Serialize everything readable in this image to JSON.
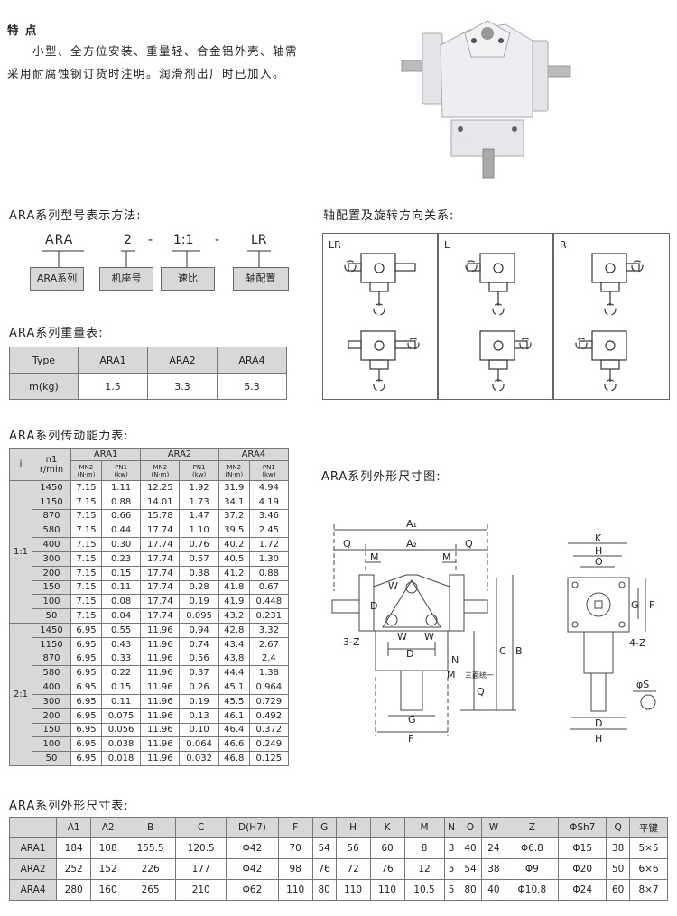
{
  "features": {
    "heading": "特 点",
    "line1": "小型、全方位安装、重量轻、合金铝外壳、轴需",
    "line2": "采用耐腐蚀钢订货时注明。润滑剂出厂时已加入。"
  },
  "model_code": {
    "title": "ARA系列型号表示方法:",
    "codes": [
      "ARA",
      "2",
      "-",
      "1:1",
      "-",
      "LR"
    ],
    "boxes": [
      "ARA系列",
      "机座号",
      "速比",
      "轴配置"
    ]
  },
  "shaft_config": {
    "title": "轴配置及旋转方向关系:",
    "panels": [
      "LR",
      "L",
      "R"
    ]
  },
  "weight_table": {
    "title": "ARA系列重量表:",
    "header": [
      "Type",
      "ARA1",
      "ARA2",
      "ARA4"
    ],
    "row": [
      "m(kg)",
      "1.5",
      "3.3",
      "5.3"
    ]
  },
  "capacity_table": {
    "title": "ARA系列传动能力表:",
    "h_i": "i",
    "h_n1": "n1",
    "h_rmin": "r/min",
    "models": [
      "ARA1",
      "ARA2",
      "ARA4"
    ],
    "sub_mn": "MN2",
    "sub_mn_unit": "(N·m)",
    "sub_pn": "PN1",
    "sub_pn_unit": "(kw)",
    "groups": [
      {
        "ratio": "1:1",
        "rows": [
          [
            "1450",
            "7.15",
            "1.11",
            "12.25",
            "1.92",
            "31.9",
            "4.94"
          ],
          [
            "1150",
            "7.15",
            "0.88",
            "14.01",
            "1.73",
            "34.1",
            "4.19"
          ],
          [
            "870",
            "7.15",
            "0.66",
            "15.78",
            "1.47",
            "37.2",
            "3.46"
          ],
          [
            "580",
            "7.15",
            "0.44",
            "17.74",
            "1.10",
            "39.5",
            "2.45"
          ],
          [
            "400",
            "7.15",
            "0.30",
            "17.74",
            "0.76",
            "40.2",
            "1.72"
          ],
          [
            "300",
            "7.15",
            "0.23",
            "17.74",
            "0.57",
            "40.5",
            "1.30"
          ],
          [
            "200",
            "7.15",
            "0.15",
            "17.74",
            "0.38",
            "41.2",
            "0.88"
          ],
          [
            "150",
            "7.15",
            "0.11",
            "17.74",
            "0.28",
            "41.8",
            "0.67"
          ],
          [
            "100",
            "7.15",
            "0.08",
            "17.74",
            "0.19",
            "41.9",
            "0.448"
          ],
          [
            "50",
            "7.15",
            "0.04",
            "17.74",
            "0.095",
            "43.2",
            "0.231"
          ]
        ]
      },
      {
        "ratio": "2:1",
        "rows": [
          [
            "1450",
            "6.95",
            "0.55",
            "11.96",
            "0.94",
            "42.8",
            "3.32"
          ],
          [
            "1150",
            "6.95",
            "0.43",
            "11.96",
            "0.74",
            "43.4",
            "2.67"
          ],
          [
            "870",
            "6.95",
            "0.33",
            "11.96",
            "0.56",
            "43.8",
            "2.4"
          ],
          [
            "580",
            "6.95",
            "0.22",
            "11.96",
            "0.37",
            "44.4",
            "1.38"
          ],
          [
            "400",
            "6.95",
            "0.15",
            "11.96",
            "0.26",
            "45.1",
            "0.964"
          ],
          [
            "300",
            "6.95",
            "0.11",
            "11.96",
            "0.19",
            "45.5",
            "0.729"
          ],
          [
            "200",
            "6.95",
            "0.075",
            "11.96",
            "0.13",
            "46.1",
            "0.492"
          ],
          [
            "150",
            "6.95",
            "0.056",
            "11.96",
            "0.10",
            "46.4",
            "0.372"
          ],
          [
            "100",
            "6.95",
            "0.038",
            "11.96",
            "0.064",
            "46.6",
            "0.249"
          ],
          [
            "50",
            "6.95",
            "0.018",
            "11.96",
            "0.032",
            "46.8",
            "0.125"
          ]
        ]
      }
    ]
  },
  "dimension_drawing": {
    "title": "ARA系列外形尺寸图:",
    "labels": {
      "A1": "A₁",
      "A2": "A₂",
      "Q": "Q",
      "M": "M",
      "W": "W",
      "D": "D",
      "N": "N",
      "C": "C",
      "B": "B",
      "G": "G",
      "F": "F",
      "Z3": "3-Z",
      "sanmian": "三面统一",
      "K": "K",
      "H": "H",
      "O": "O",
      "Z4": "4-Z",
      "S": "φS"
    }
  },
  "dimension_table": {
    "title": "ARA系列外形尺寸表:",
    "header": [
      "",
      "A1",
      "A2",
      "B",
      "C",
      "D(H7)",
      "F",
      "G",
      "H",
      "K",
      "M",
      "N",
      "O",
      "W",
      "Z",
      "ΦSh7",
      "Q",
      "平键"
    ],
    "rows": [
      [
        "ARA1",
        "184",
        "108",
        "155.5",
        "120.5",
        "Φ42",
        "70",
        "54",
        "56",
        "60",
        "8",
        "3",
        "40",
        "24",
        "Φ6.8",
        "Φ15",
        "38",
        "5×5"
      ],
      [
        "ARA2",
        "252",
        "152",
        "226",
        "177",
        "Φ42",
        "98",
        "76",
        "72",
        "76",
        "12",
        "5",
        "54",
        "38",
        "Φ9",
        "Φ20",
        "50",
        "6×6"
      ],
      [
        "ARA4",
        "280",
        "160",
        "265",
        "210",
        "Φ62",
        "110",
        "80",
        "110",
        "110",
        "10.5",
        "5",
        "80",
        "40",
        "Φ10.8",
        "Φ24",
        "60",
        "8×7"
      ]
    ]
  }
}
